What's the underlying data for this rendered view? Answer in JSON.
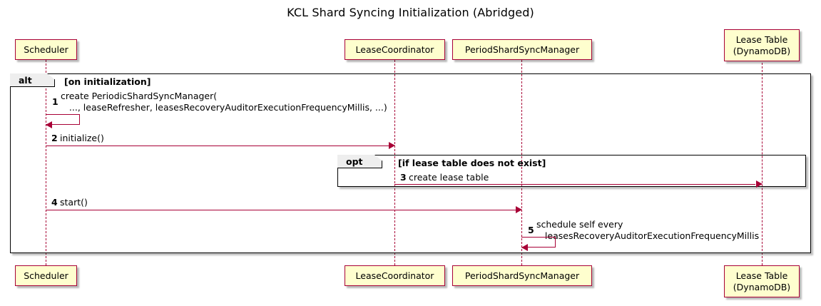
{
  "title": "KCL Shard Syncing Initialization (Abridged)",
  "colors": {
    "participant_fill": "#FEFECE",
    "participant_border": "#A80036",
    "arrow": "#A80036",
    "frame_border": "#000000",
    "frame_tab_fill": "#EEEEEE",
    "background": "#FFFFFF"
  },
  "participants": [
    {
      "id": "scheduler",
      "label": "Scheduler"
    },
    {
      "id": "lease-coordinator",
      "label": "LeaseCoordinator"
    },
    {
      "id": "period-shard-sync-manager",
      "label": "PeriodShardSyncManager"
    },
    {
      "id": "lease-table",
      "label": "Lease Table\n(DynamoDB)"
    }
  ],
  "frames": [
    {
      "id": "alt",
      "keyword": "alt",
      "guard": "[on initialization]"
    },
    {
      "id": "opt",
      "keyword": "opt",
      "guard": "[if lease table does not exist]"
    }
  ],
  "messages": [
    {
      "seq": "1",
      "from": "scheduler",
      "to": "scheduler",
      "kind": "self",
      "text": "create PeriodicShardSyncManager(\n   ..., leaseRefresher, leasesRecoveryAuditorExecutionFrequencyMillis, ...)"
    },
    {
      "seq": "2",
      "from": "scheduler",
      "to": "lease-coordinator",
      "kind": "sync",
      "text": "initialize()"
    },
    {
      "seq": "3",
      "from": "lease-coordinator",
      "to": "lease-table",
      "kind": "sync",
      "text": "create lease table"
    },
    {
      "seq": "4",
      "from": "scheduler",
      "to": "period-shard-sync-manager",
      "kind": "sync",
      "text": "start()"
    },
    {
      "seq": "5",
      "from": "period-shard-sync-manager",
      "to": "period-shard-sync-manager",
      "kind": "self",
      "text": "schedule self every\n   leasesRecoveryAuditorExecutionFrequencyMillis"
    }
  ]
}
